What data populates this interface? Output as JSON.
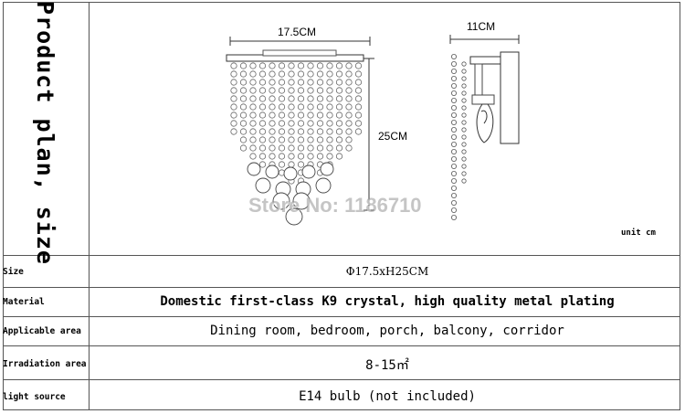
{
  "plan": {
    "title": "Product plan, size",
    "width_label": "17.5CM",
    "depth_label": "11CM",
    "height_label": "25CM",
    "unit_label": "unit cm",
    "watermark": "Store No: 1186710"
  },
  "specs": [
    {
      "label": "Size",
      "value": "Φ17.5xH25CM"
    },
    {
      "label": "Material",
      "value": "Domestic first-class K9 crystal, high quality metal plating"
    },
    {
      "label": "Applicable area",
      "value": "Dining room, bedroom, porch, balcony, corridor"
    },
    {
      "label": "Irradiation area",
      "value": "8-15㎡"
    },
    {
      "label": "light source",
      "value": "E14 bulb (not included)"
    }
  ]
}
